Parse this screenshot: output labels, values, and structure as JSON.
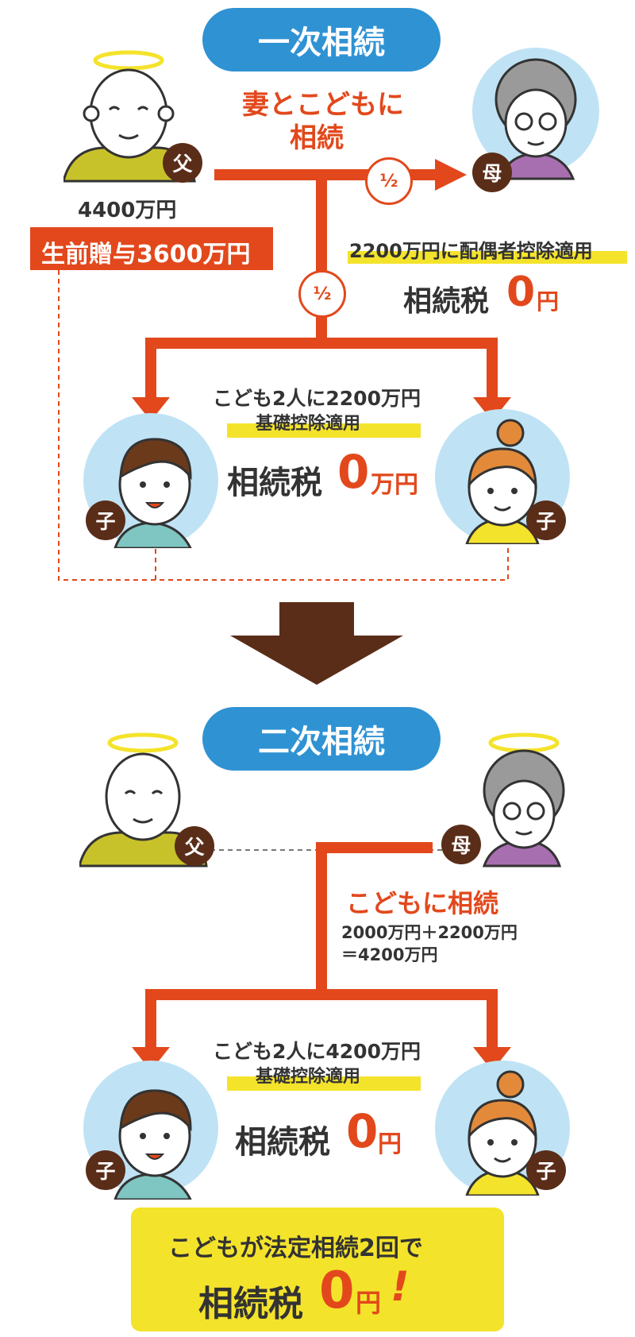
{
  "colors": {
    "accent_red": "#e2481c",
    "title_blue": "#2f92d3",
    "brown": "#5a2d18",
    "highlight_yellow": "#f4e32b",
    "face_bg": "#bfe3f5"
  },
  "first": {
    "title": "一次相続",
    "caption_line1": "妻とこどもに",
    "caption_line2": "相続",
    "father_badge": "父",
    "mother_badge": "母",
    "estate": "4400万円",
    "gift": "生前贈与3600万円",
    "half_right": "½",
    "half_down": "½",
    "spouse_note": "2200万円に配偶者控除適用",
    "spouse_tax_label": "相続税",
    "spouse_tax_value": "0",
    "spouse_tax_unit": "円",
    "children_note": "こども2人に2200万円",
    "children_deduction": "基礎控除適用",
    "children_tax_label": "相続税",
    "children_tax_value": "0",
    "children_tax_unit": "万円",
    "child_badge": "子"
  },
  "second": {
    "title": "二次相続",
    "father_badge": "父",
    "mother_badge": "母",
    "caption": "こどもに相続",
    "calc_line1": "2000万円＋2200万円",
    "calc_line2": "＝4200万円",
    "children_note": "こども2人に4200万円",
    "children_deduction": "基礎控除適用",
    "tax_label": "相続税",
    "tax_value": "0",
    "tax_unit": "円",
    "child_badge": "子"
  },
  "summary": {
    "line1": "こどもが法定相続2回で",
    "tax_label": "相続税",
    "tax_value": "0",
    "tax_unit": "円",
    "exclaim": "!"
  }
}
